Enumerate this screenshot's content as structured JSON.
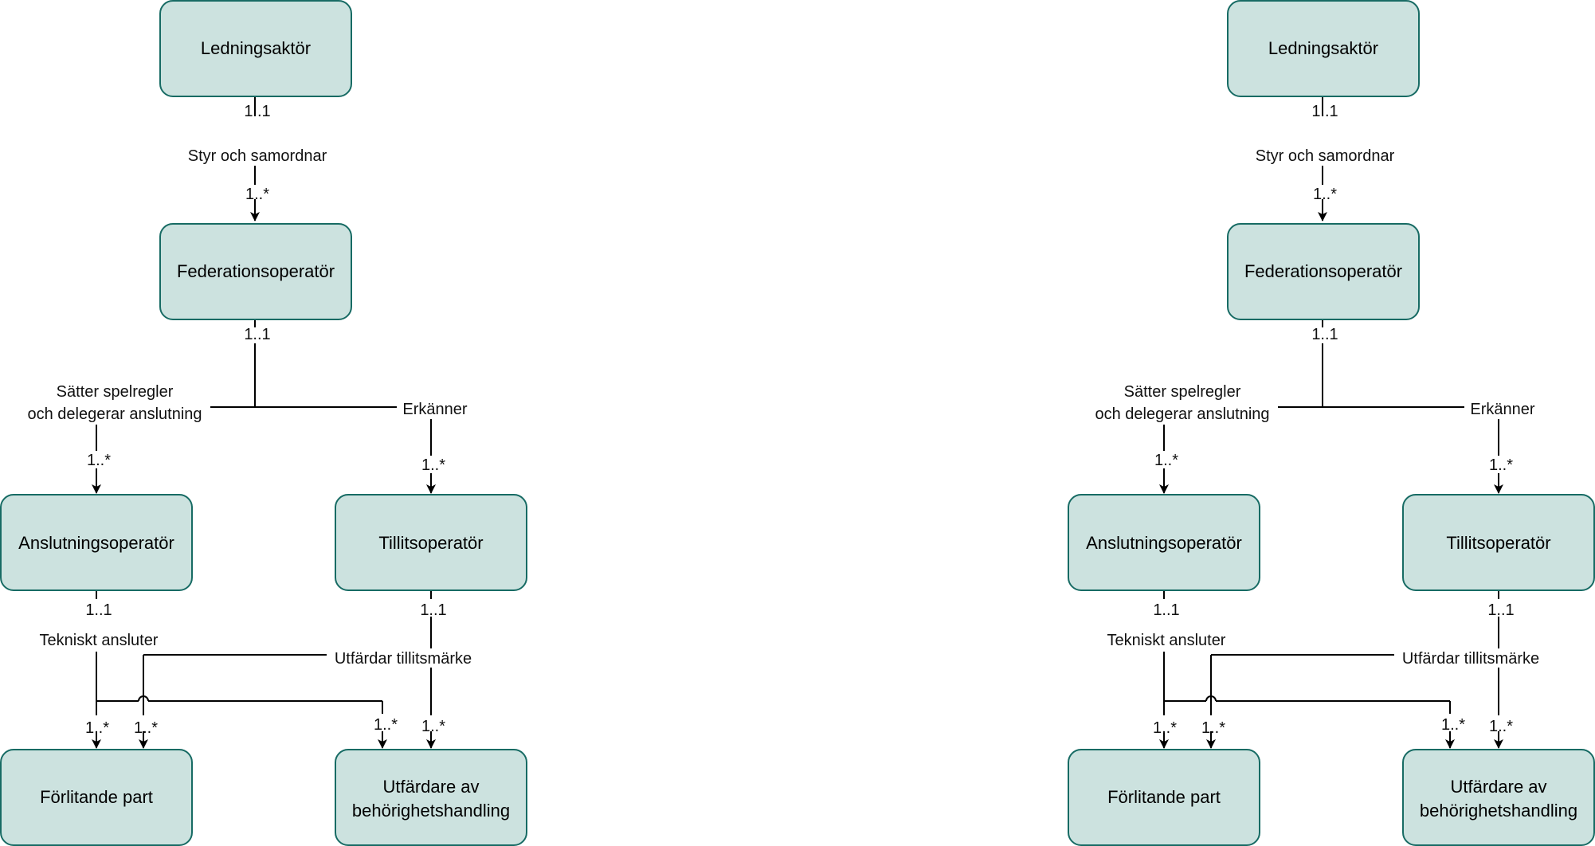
{
  "copies": [
    {
      "nodes": {
        "ledning": "Ledningsaktör",
        "federation": "Federationsoperatör",
        "anslutning": "Anslutningsoperatör",
        "tillit": "Tillitsoperatör",
        "forlitande": "Förlitande part",
        "utfardare_line1": "Utfärdare av",
        "utfardare_line2": "behörighetshandling"
      },
      "edges": {
        "styr_label": "Styr och samordnar",
        "styr_src_mult": "1..1",
        "styr_dst_mult": "1..*",
        "satter_label_line1": "Sätter spelregler",
        "satter_label_line2": "och delegerar anslutning",
        "federation_src_mult": "1..1",
        "satter_dst_mult": "1..*",
        "erkanner_label": "Erkänner",
        "erkanner_dst_mult": "1..*",
        "tekniskt_label": "Tekniskt ansluter",
        "tekniskt_src_mult": "1..1",
        "tekniskt_dst_mult_forlitande": "1..*",
        "tekniskt_dst_mult_utfardare": "1..*",
        "tillitsmarke_label": "Utfärdar tillitsmärke",
        "tillitsmarke_src_mult": "1..1",
        "tillitsmarke_dst_mult_forlitande": "1..*",
        "tillitsmarke_dst_mult_utfardare": "1..*"
      }
    },
    {
      "nodes": {
        "ledning": "Ledningsaktör",
        "federation": "Federationsoperatör",
        "anslutning": "Anslutningsoperatör",
        "tillit": "Tillitsoperatör",
        "forlitande": "Förlitande part",
        "utfardare_line1": "Utfärdare av",
        "utfardare_line2": "behörighetshandling"
      },
      "edges": {
        "styr_label": "Styr och samordnar",
        "styr_src_mult": "1..1",
        "styr_dst_mult": "1..*",
        "satter_label_line1": "Sätter spelregler",
        "satter_label_line2": "och delegerar anslutning",
        "federation_src_mult": "1..1",
        "satter_dst_mult": "1..*",
        "erkanner_label": "Erkänner",
        "erkanner_dst_mult": "1..*",
        "tekniskt_label": "Tekniskt ansluter",
        "tekniskt_src_mult": "1..1",
        "tekniskt_dst_mult_forlitande": "1..*",
        "tekniskt_dst_mult_utfardare": "1..*",
        "tillitsmarke_label": "Utfärdar tillitsmärke",
        "tillitsmarke_src_mult": "1..1",
        "tillitsmarke_dst_mult_forlitande": "1..*",
        "tillitsmarke_dst_mult_utfardare": "1..*"
      }
    }
  ]
}
